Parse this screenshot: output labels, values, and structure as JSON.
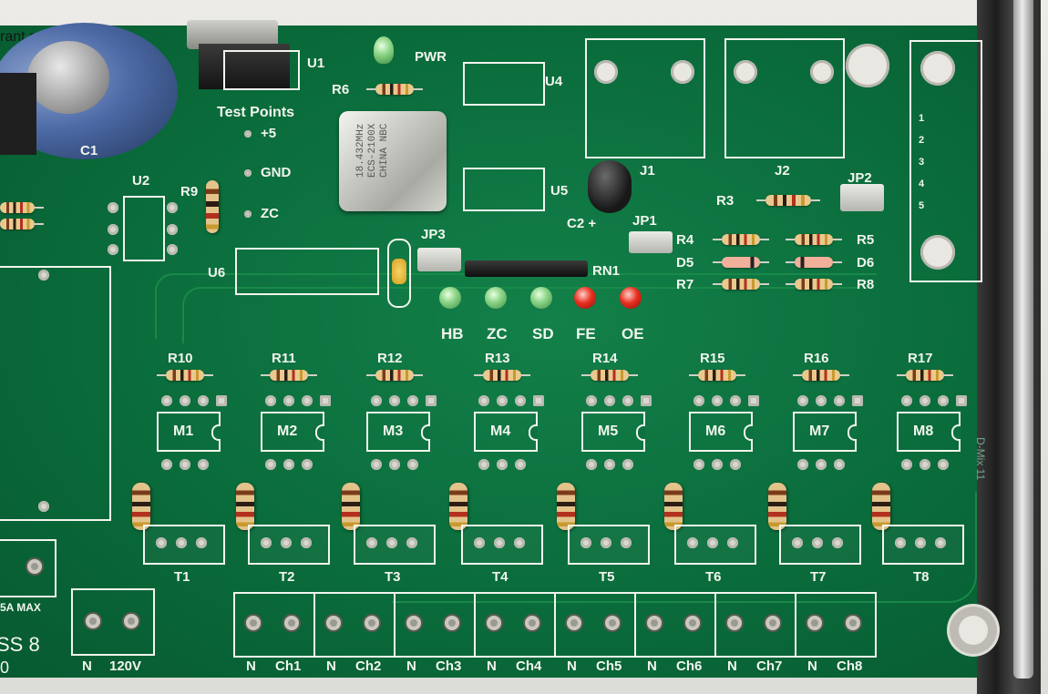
{
  "board": {
    "top_text": "rant    ssed or",
    "bottom_left_text": "SS 8",
    "bottom_left_digit": "0",
    "fuse_text": "5A MAX",
    "side_text": "D-Mix 11",
    "colors": {
      "pcb": "#0a6c3b",
      "silk": "#f2f5ee",
      "pad": "#d8d8d0",
      "led_green": "#8fd68a",
      "led_red": "#e83020"
    }
  },
  "labels": {
    "u1": "U1",
    "u2": "U2",
    "u4": "U4",
    "u5": "U5",
    "u6": "U6",
    "r6": "R6",
    "r9": "R9",
    "pwr": "PWR",
    "test_points": "Test Points",
    "tp_5v": "+5",
    "tp_gnd": "GND",
    "tp_zc": "ZC",
    "c1": "C1",
    "c2": "C2 +",
    "j1": "J1",
    "j2": "J2",
    "jp1": "JP1",
    "jp2": "JP2",
    "jp3": "JP3",
    "rn1": "RN1",
    "r3": "R3",
    "r4": "R4",
    "r5": "R5",
    "r7": "R7",
    "r8": "R8",
    "d5": "D5",
    "d6": "D6"
  },
  "crystal_text": [
    "18.432MHz",
    "ECS-2100X",
    "CHINA NBC"
  ],
  "connector_digits": [
    "1",
    "2",
    "3",
    "4",
    "5"
  ],
  "leds": [
    {
      "label": "HB",
      "color": "green"
    },
    {
      "label": "ZC",
      "color": "green"
    },
    {
      "label": "SD",
      "color": "green"
    },
    {
      "label": "FE",
      "color": "red"
    },
    {
      "label": "OE",
      "color": "red"
    }
  ],
  "channels": [
    {
      "r": "R10",
      "m": "M1",
      "t": "T1",
      "n": "N",
      "ch": "Ch1"
    },
    {
      "r": "R11",
      "m": "M2",
      "t": "T2",
      "n": "N",
      "ch": "Ch2"
    },
    {
      "r": "R12",
      "m": "M3",
      "t": "T3",
      "n": "N",
      "ch": "Ch3"
    },
    {
      "r": "R13",
      "m": "M4",
      "t": "T4",
      "n": "N",
      "ch": "Ch4"
    },
    {
      "r": "R14",
      "m": "M5",
      "t": "T5",
      "n": "N",
      "ch": "Ch5"
    },
    {
      "r": "R15",
      "m": "M6",
      "t": "T6",
      "n": "N",
      "ch": "Ch6"
    },
    {
      "r": "R16",
      "m": "M7",
      "t": "T7",
      "n": "N",
      "ch": "Ch7"
    },
    {
      "r": "R17",
      "m": "M8",
      "t": "T8",
      "n": "N",
      "ch": "Ch8"
    }
  ],
  "power": {
    "n": "N",
    "v": "120V"
  }
}
